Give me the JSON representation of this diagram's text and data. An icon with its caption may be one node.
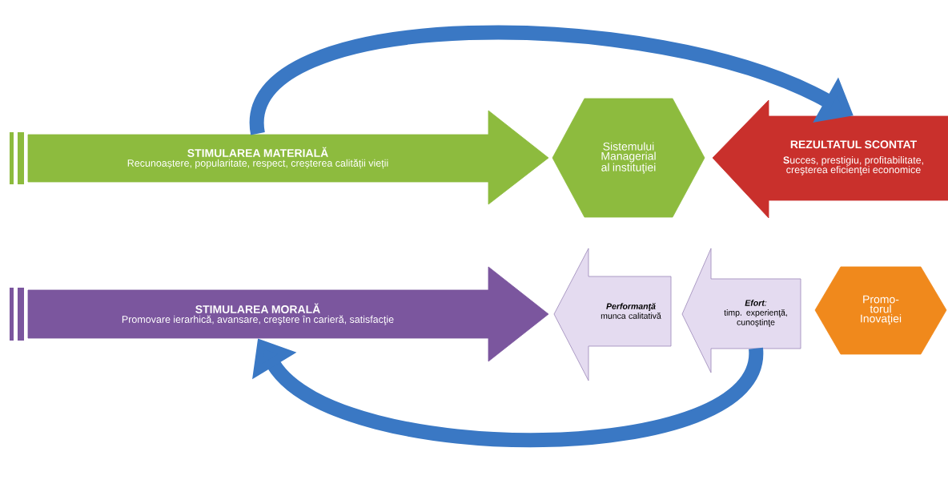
{
  "diagram": {
    "nodes": [
      {
        "text": [
          "STIMULAREA MATERIALĂ",
          "Recunoaștere, popularitate, respect, creșterea calității vieții"
        ]
      },
      {
        "text": [
          "Sistemului Managerial al instituţiei"
        ]
      },
      {
        "text": [
          "REZULTATUL SCONTAT",
          "**S**ucces, prestigiu, profitabilitate, creşterea eficienţei economice"
        ]
      },
      {
        "text": [
          "STIMULAREA MORALĂ",
          "Promovare ierarhică, avansare, creştere în carieră, satisfacţie"
        ]
      },
      {
        "text": [
          "Performanţă",
          "munca calitativă"
        ]
      },
      {
        "text": [
          "**Efort**:",
          "timp. experienţă, cunoştinţe"
        ]
      },
      {
        "text": [
          "Promo- torul Inovaţiei"
        ]
      }
    ],
    "edges": [
      {
        "from": 0,
        "to": 2,
        "arrow": "to"
      },
      {
        "from": 5,
        "to": 3,
        "arrow": "to"
      }
    ]
  }
}
